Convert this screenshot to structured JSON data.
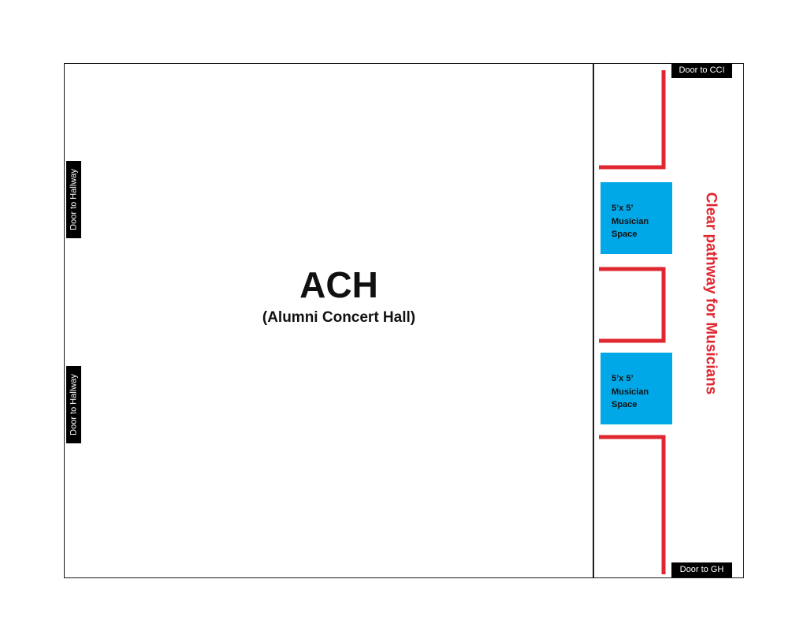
{
  "hall": {
    "title": "ACH",
    "subtitle": "(Alumni Concert Hall)"
  },
  "doors": {
    "hallway_top": "Door to Hallway",
    "hallway_bottom": "Door to Hallway",
    "cci": "Door to CCI",
    "gh": "Door to GH"
  },
  "musician_spaces": [
    {
      "size": "5’x 5’",
      "line1": "Musician",
      "line2": "Space"
    },
    {
      "size": "5’x 5’",
      "line1": "Musician",
      "line2": "Space"
    }
  ],
  "pathway": {
    "label": "Clear pathway for Musicians",
    "color": "#e0262f"
  },
  "colors": {
    "musician_space": "#00a8e8",
    "door_label_bg": "#000000",
    "outline": "#1a1a1a"
  }
}
